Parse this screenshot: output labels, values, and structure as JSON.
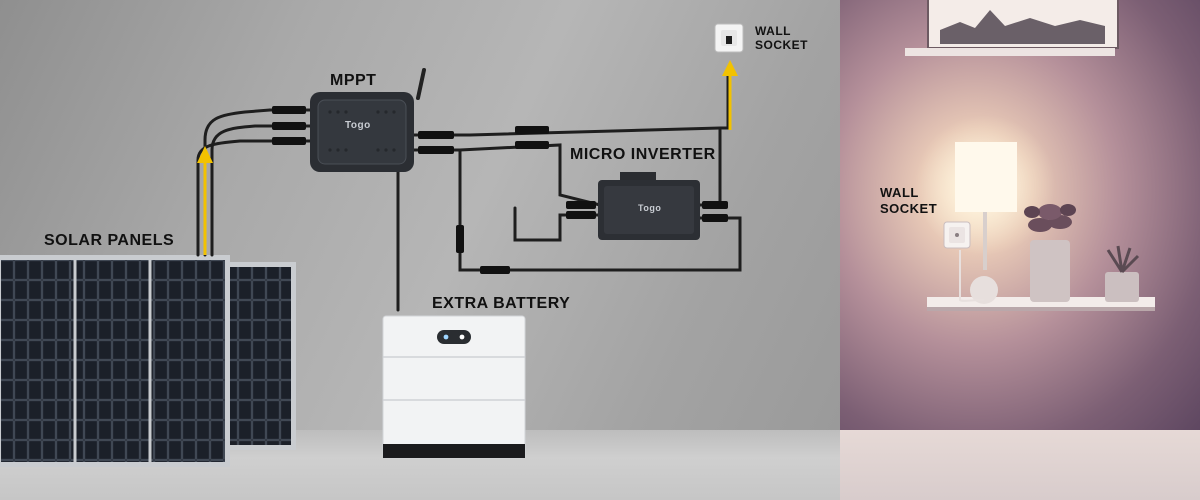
{
  "labels": {
    "mppt": "MPPT",
    "micro_inverter": "MICRO INVERTER",
    "solar_panels": "SOLAR PANELS",
    "extra_battery": "EXTRA BATTERY",
    "wall_socket_top": "WALL\nSOCKET",
    "wall_socket_room": "WALL\nSOCKET"
  },
  "brand": {
    "device_logo": "Togo"
  },
  "colors": {
    "power_arrow": "#f2c200",
    "cable": "#1e1e1e"
  }
}
